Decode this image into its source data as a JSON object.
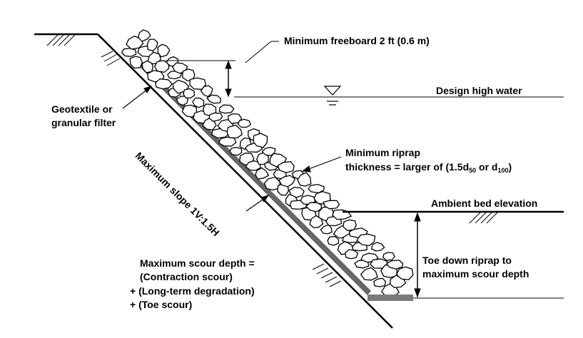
{
  "diagram": {
    "labels": {
      "freeboard": "Minimum freeboard 2 ft (0.6 m)",
      "design_high_water": "Design high water",
      "filter_line1": "Geotextile or",
      "filter_line2": "granular filter",
      "slope": "Maximum slope 1V:1.5H",
      "thickness_line1": "Minimum riprap",
      "thickness_line2_prefix": "thickness = larger of (1.5d",
      "thickness_sub1": "50",
      "thickness_mid": " or d",
      "thickness_sub2": "100",
      "thickness_suffix": ")",
      "ambient_bed": "Ambient bed elevation",
      "toe_line1": "Toe down riprap to",
      "toe_line2": "maximum scour depth",
      "scour_line1": "Maximum scour depth =",
      "scour_line2": "(Contraction scour)",
      "scour_line3": "+ (Long-term degradation)",
      "scour_line4": "+ (Toe scour)"
    },
    "colors": {
      "line": "#000000",
      "filter": "#666666",
      "toe_pad": "#7a7a7a",
      "background": "#ffffff"
    },
    "icons": [
      "water-surface-symbol",
      "ground-hatch-symbol"
    ]
  }
}
